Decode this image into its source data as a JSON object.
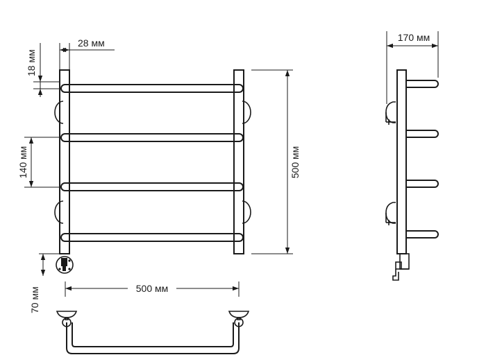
{
  "dimensions": {
    "tube_width": "28 мм",
    "top_offset": "18 мм",
    "bar_spacing": "140 мм",
    "total_height": "500 мм",
    "total_width": "500 мм",
    "bottom_offset": "70 мм",
    "depth": "170 мм"
  },
  "colors": {
    "line": "#1a1a1a",
    "background": "#ffffff"
  }
}
